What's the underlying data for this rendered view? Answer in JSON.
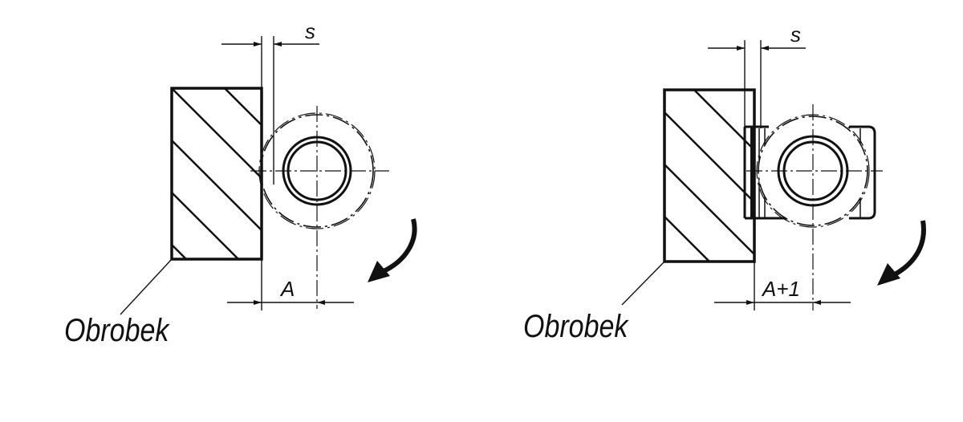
{
  "left_figure": {
    "gap_label": "s",
    "dimension_label": "A",
    "workpiece_label": "Obrobek"
  },
  "right_figure": {
    "gap_label": "s",
    "dimension_label": "A+1",
    "workpiece_label": "Obrobek"
  },
  "colors": {
    "line": "#111111",
    "background": "#ffffff"
  }
}
